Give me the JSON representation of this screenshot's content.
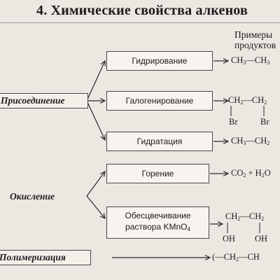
{
  "title": "4. Химические свойства алкенов",
  "products_header": {
    "line1": "Примеры",
    "line2": "продуктов"
  },
  "categories": {
    "addition": "Присоединение",
    "oxidation": "Окисление",
    "polymerization": "Полимеризация"
  },
  "reactions": {
    "hydrogenation": "Гидрирование",
    "halogenation": "Галогенирование",
    "hydration": "Гидратация",
    "combustion": "Горение",
    "decolorization_line1": "Обесцвечивание",
    "decolorization_line2_prefix": "раствора KMnO",
    "decolorization_line2_sub": "4"
  },
  "products": {
    "hydrogenation": {
      "a": "CH",
      "a_sub": "3",
      "b": "—CH",
      "b_sub": "3"
    },
    "halogenation": {
      "a": "CH",
      "a_sub": "2",
      "b": "—CH",
      "b_sub": "2",
      "sub_a": "Br",
      "sub_b": "Br"
    },
    "hydration": {
      "a": "CH",
      "a_sub": "3",
      "b": "—CH",
      "b_sub": "2"
    },
    "combustion": {
      "a": "CO",
      "a_sub": "2",
      "b": " + H",
      "b_sub": "2",
      "c": "O"
    },
    "decolorization": {
      "a": "CH",
      "a_sub": "2",
      "b": "—CH",
      "b_sub": "2",
      "sub_a": "OH",
      "sub_b": "OH"
    },
    "polymerization": {
      "a": "(—CH",
      "a_sub": "2",
      "b": "—CH"
    }
  }
}
